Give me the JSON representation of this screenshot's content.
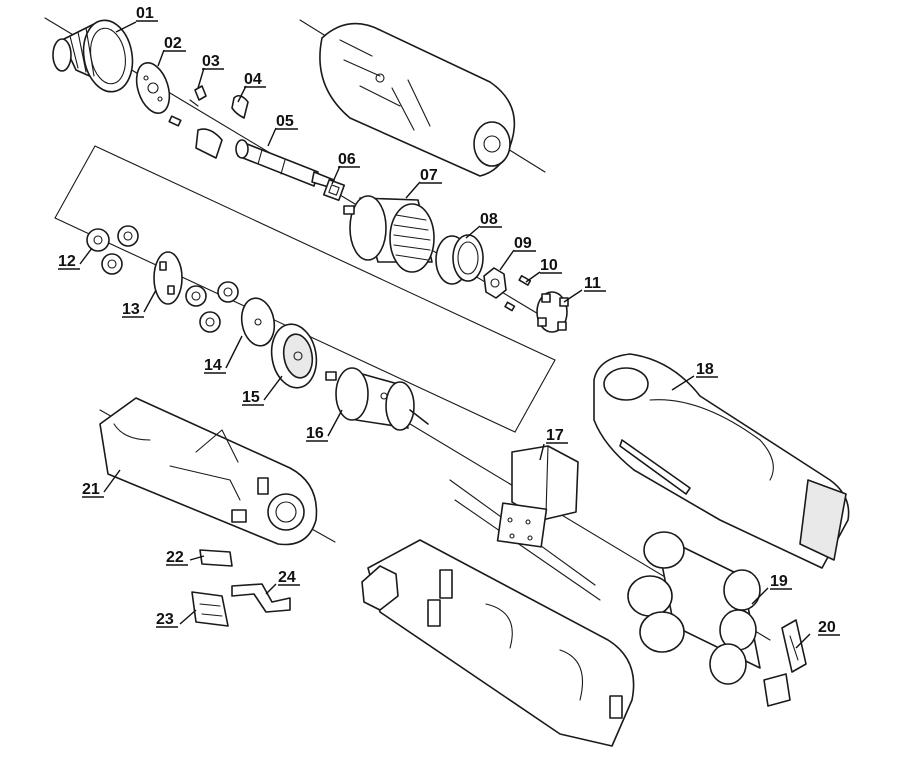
{
  "parts": [
    {
      "id": "01",
      "label": "01"
    },
    {
      "id": "02",
      "label": "02"
    },
    {
      "id": "03",
      "label": "03"
    },
    {
      "id": "04",
      "label": "04"
    },
    {
      "id": "05",
      "label": "05"
    },
    {
      "id": "06",
      "label": "06"
    },
    {
      "id": "07",
      "label": "07"
    },
    {
      "id": "08",
      "label": "08"
    },
    {
      "id": "09",
      "label": "09"
    },
    {
      "id": "10",
      "label": "10"
    },
    {
      "id": "11",
      "label": "11"
    },
    {
      "id": "12",
      "label": "12"
    },
    {
      "id": "13",
      "label": "13"
    },
    {
      "id": "14",
      "label": "14"
    },
    {
      "id": "15",
      "label": "15"
    },
    {
      "id": "16",
      "label": "16"
    },
    {
      "id": "17",
      "label": "17"
    },
    {
      "id": "18",
      "label": "18"
    },
    {
      "id": "19",
      "label": "19"
    },
    {
      "id": "20",
      "label": "20"
    },
    {
      "id": "21",
      "label": "21"
    },
    {
      "id": "22",
      "label": "22"
    },
    {
      "id": "23",
      "label": "23"
    },
    {
      "id": "24",
      "label": "24"
    }
  ]
}
